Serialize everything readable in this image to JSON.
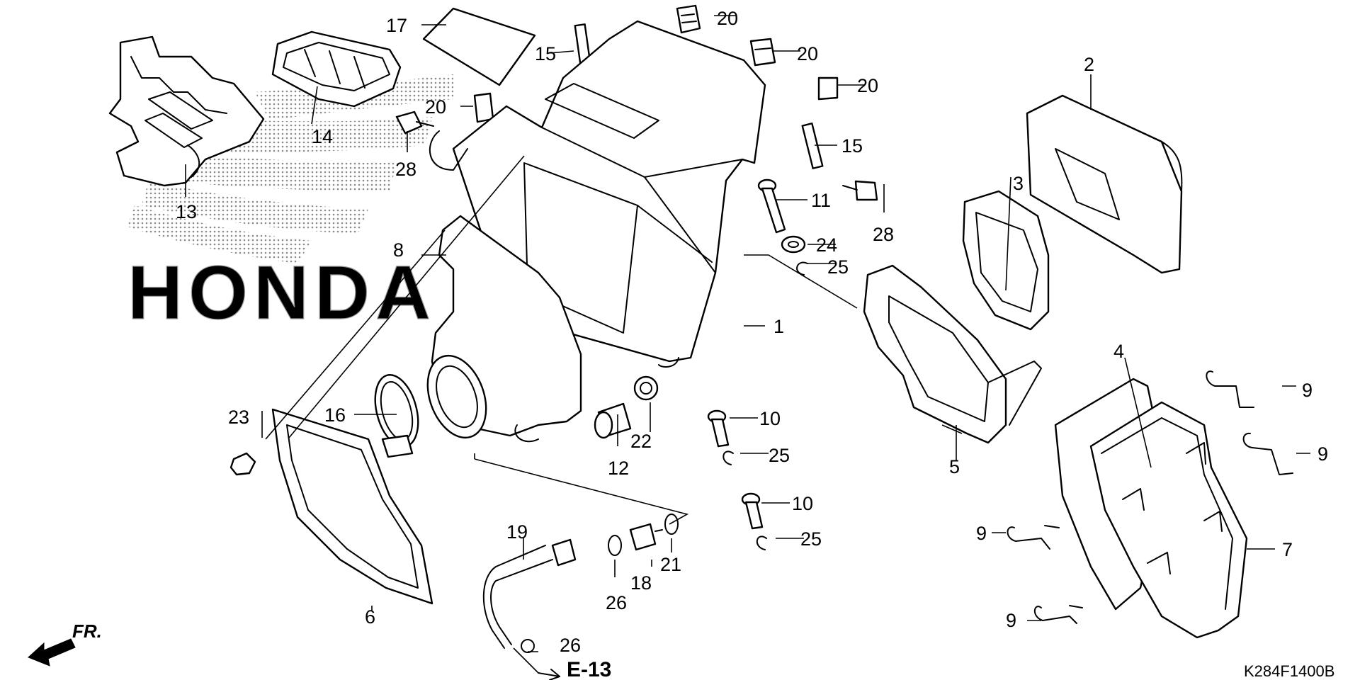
{
  "diagram": {
    "watermark_text": "HONDA",
    "drawing_code": "K284F1400B",
    "reference": "E-13",
    "front_indicator": "FR.",
    "callouts": {
      "c1": "1",
      "c2": "2",
      "c3": "3",
      "c4": "4",
      "c5": "5",
      "c6": "6",
      "c7": "7",
      "c8": "8",
      "c9a": "9",
      "c9b": "9",
      "c9c": "9",
      "c9d": "9",
      "c10a": "10",
      "c10b": "10",
      "c11": "11",
      "c12": "12",
      "c13": "13",
      "c14": "14",
      "c15a": "15",
      "c15b": "15",
      "c16": "16",
      "c17": "17",
      "c18": "18",
      "c19": "19",
      "c20a": "20",
      "c20b": "20",
      "c20c": "20",
      "c20d": "20",
      "c21": "21",
      "c22": "22",
      "c23": "23",
      "c24": "24",
      "c25a": "25",
      "c25b": "25",
      "c25c": "25",
      "c26a": "26",
      "c26b": "26",
      "c28a": "28",
      "c28b": "28"
    }
  }
}
